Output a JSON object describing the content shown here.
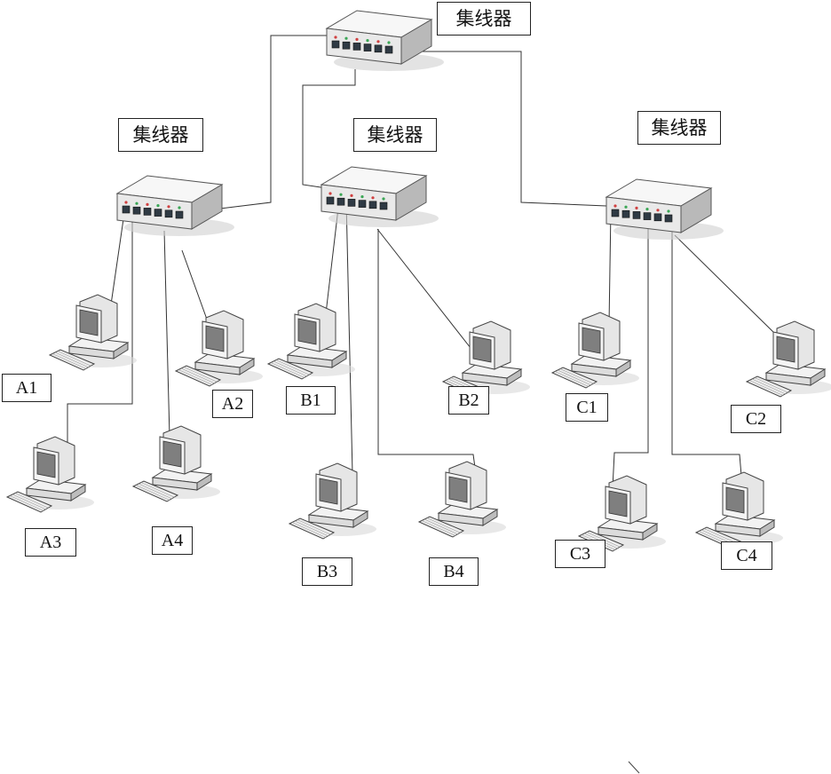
{
  "hubs": [
    {
      "id": "hub-top",
      "label": "集线器"
    },
    {
      "id": "hub-a",
      "label": "集线器"
    },
    {
      "id": "hub-b",
      "label": "集线器"
    },
    {
      "id": "hub-c",
      "label": "集线器"
    }
  ],
  "computers": [
    {
      "id": "A1",
      "label": "A1"
    },
    {
      "id": "A2",
      "label": "A2"
    },
    {
      "id": "A3",
      "label": "A3"
    },
    {
      "id": "A4",
      "label": "A4"
    },
    {
      "id": "B1",
      "label": "B1"
    },
    {
      "id": "B2",
      "label": "B2"
    },
    {
      "id": "B3",
      "label": "B3"
    },
    {
      "id": "B4",
      "label": "B4"
    },
    {
      "id": "C1",
      "label": "C1"
    },
    {
      "id": "C2",
      "label": "C2"
    },
    {
      "id": "C3",
      "label": "C3"
    },
    {
      "id": "C4",
      "label": "C4"
    }
  ],
  "connections": [
    {
      "from": "hub-top",
      "to": "hub-a"
    },
    {
      "from": "hub-top",
      "to": "hub-b"
    },
    {
      "from": "hub-top",
      "to": "hub-c"
    },
    {
      "from": "hub-a",
      "to": "A1"
    },
    {
      "from": "hub-a",
      "to": "A2"
    },
    {
      "from": "hub-a",
      "to": "A3"
    },
    {
      "from": "hub-a",
      "to": "A4"
    },
    {
      "from": "hub-b",
      "to": "B1"
    },
    {
      "from": "hub-b",
      "to": "B2"
    },
    {
      "from": "hub-b",
      "to": "B3"
    },
    {
      "from": "hub-b",
      "to": "B4"
    },
    {
      "from": "hub-c",
      "to": "C1"
    },
    {
      "from": "hub-c",
      "to": "C2"
    },
    {
      "from": "hub-c",
      "to": "C3"
    },
    {
      "from": "hub-c",
      "to": "C4"
    }
  ],
  "colors": {
    "line": "#333333",
    "hub_top": "#f7f7f7",
    "hub_side": "#b9b9b9",
    "monitor": "#e6e6e6",
    "screen": "#7f7f7f"
  }
}
